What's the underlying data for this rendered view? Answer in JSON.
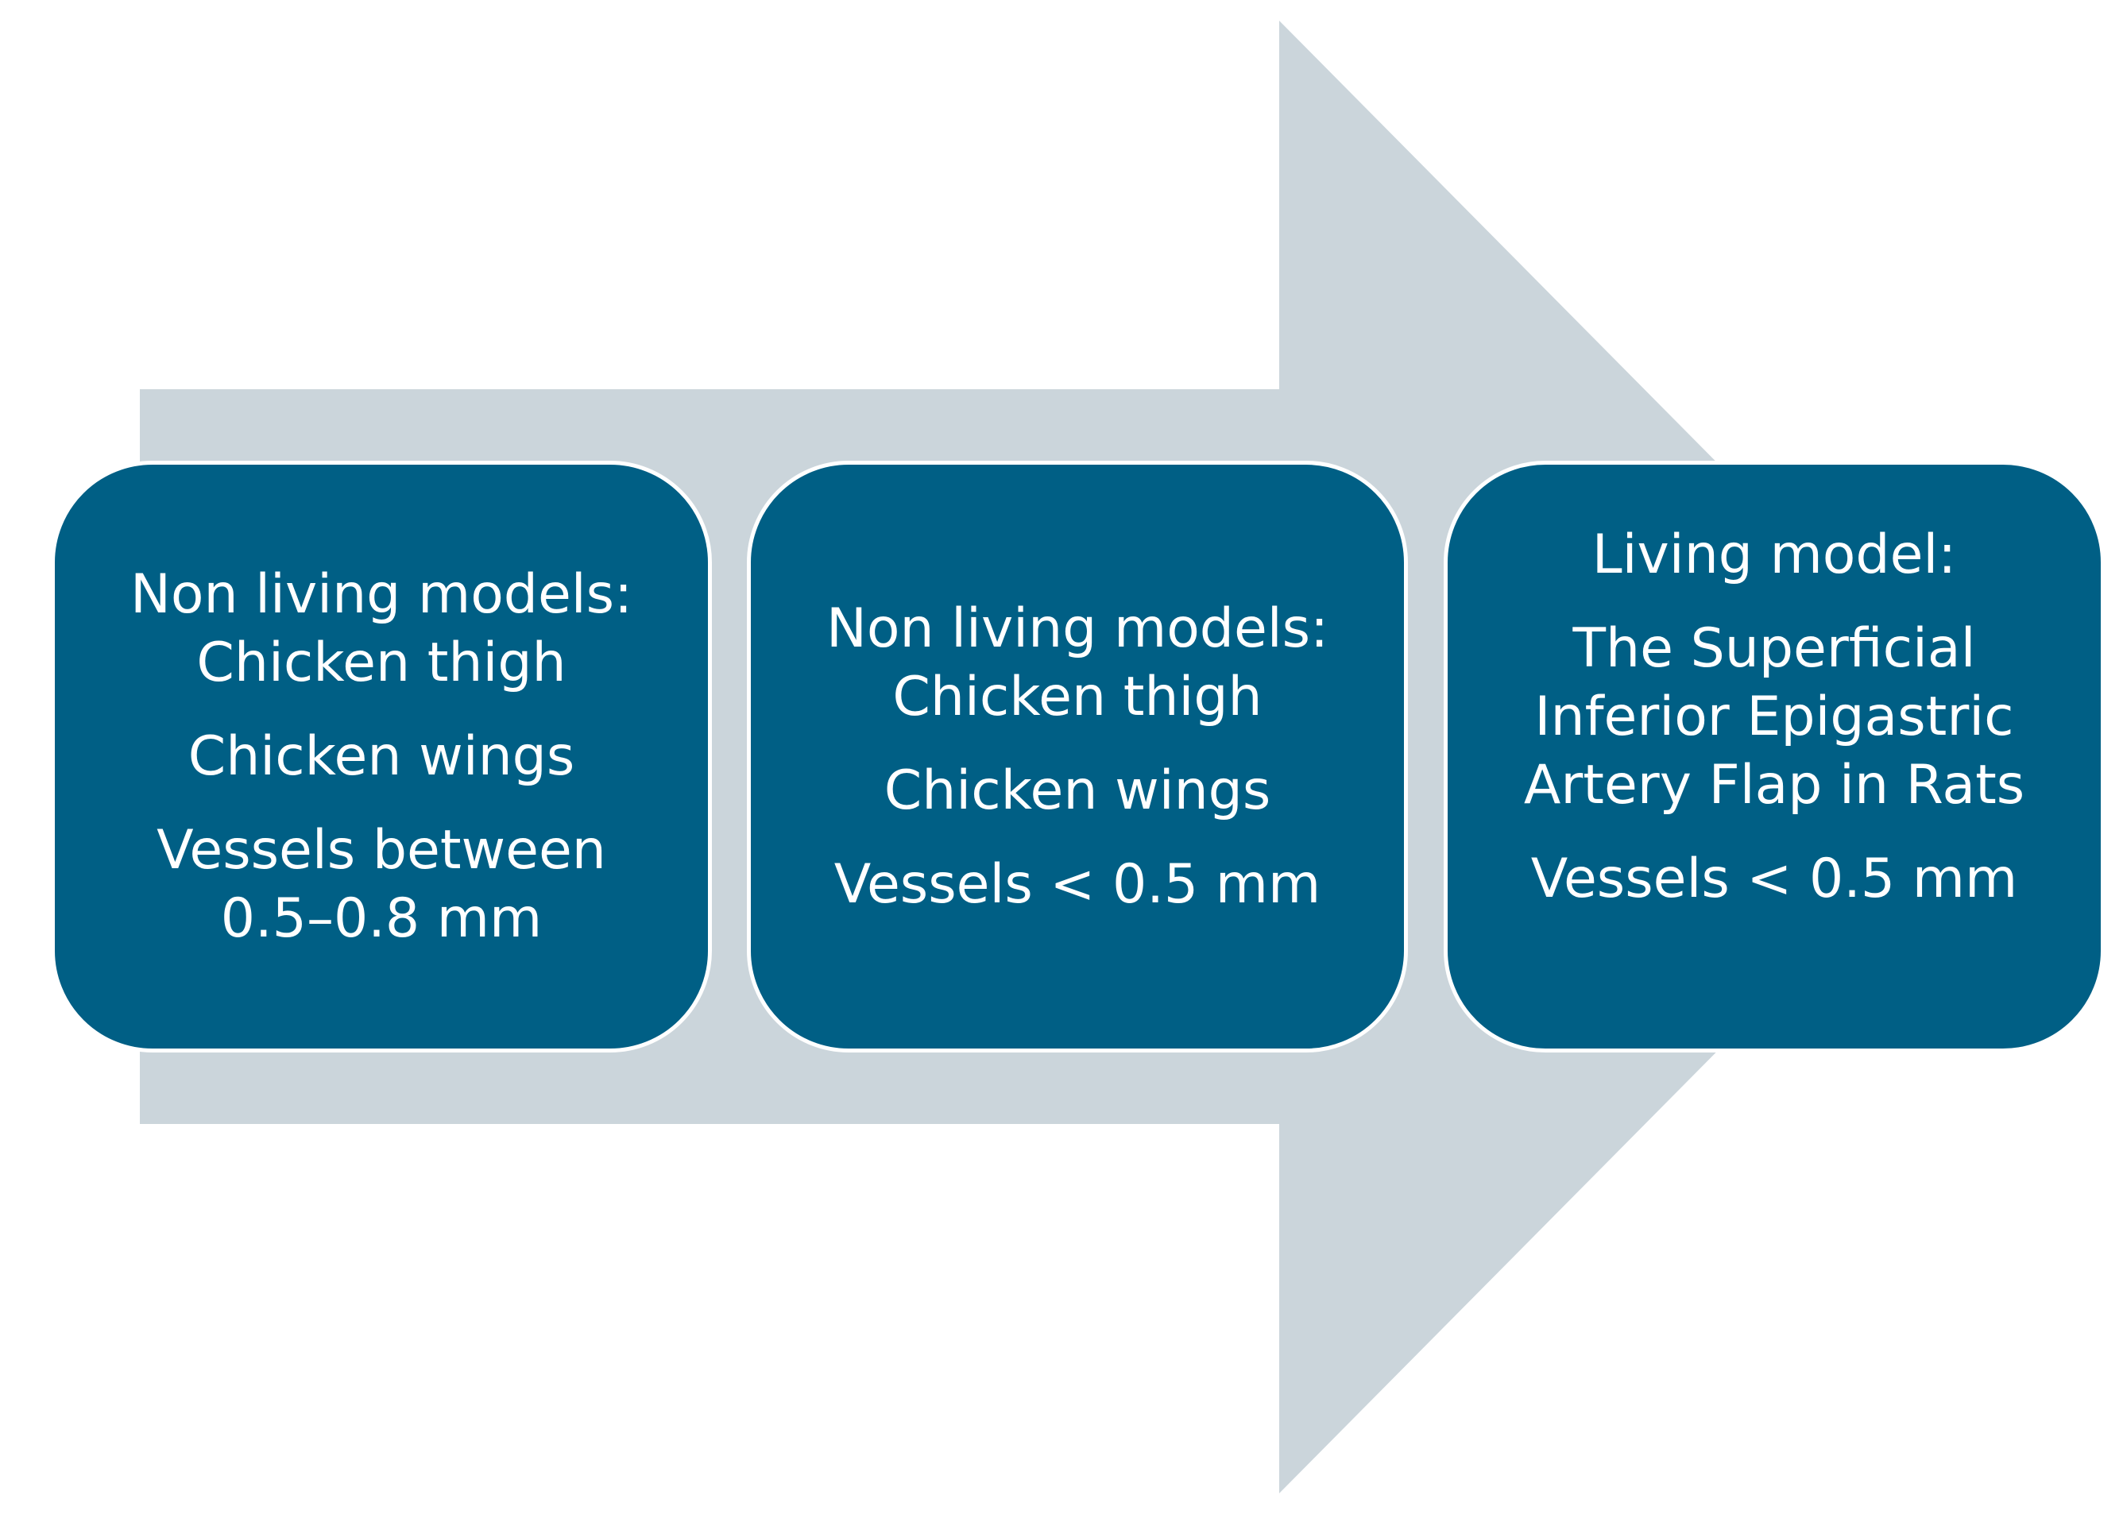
{
  "colors": {
    "arrow": "#cbd5db",
    "box_fill": "#005f85",
    "box_border": "#ffffff",
    "text": "#ffffff"
  },
  "boxes": [
    {
      "paragraphs": [
        "Non living models:\nChicken thigh",
        "Chicken wings",
        "Vessels between\n0.5–0.8 mm"
      ]
    },
    {
      "paragraphs": [
        "Non living models:\nChicken thigh",
        "Chicken wings",
        "Vessels < 0.5 mm"
      ]
    },
    {
      "paragraphs": [
        "Living model:",
        "The Superficial\nInferior Epigastric\nArtery Flap in Rats",
        "Vessels < 0.5 mm"
      ]
    }
  ]
}
